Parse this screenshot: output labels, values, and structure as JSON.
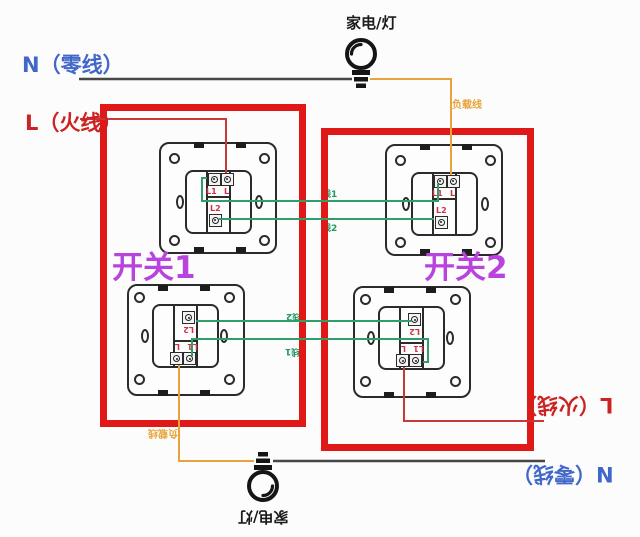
{
  "labels": {
    "neutral_top": "N（零线）",
    "live_top": "L（火线）",
    "neutral_bottom": "N（零线）",
    "live_bottom": "L（火线）",
    "switch1": "开关1",
    "switch2": "开关2",
    "lamp_top": "家电/灯",
    "lamp_bottom": "家电/灯",
    "load_top": "负载线",
    "load_bottom": "负载线",
    "control1_top": "线1",
    "control2_top": "线2",
    "control1_bottom": "线2",
    "control2_bottom": "线1"
  },
  "terminals": {
    "l1": "L1",
    "l": "L",
    "l2": "L2"
  },
  "colors": {
    "background": "#fcfcfc",
    "group_box": "#e01818",
    "live_wire": "#c83838",
    "neutral_wire": "#474747",
    "load_wire": "#e8a43c",
    "control_wire": "#2f9e68",
    "neutral_label": "#4168c8",
    "live_label": "#cc2222",
    "switch_label": "#b844dd",
    "terminal_label": "#cc3344",
    "lamp": "#151515"
  }
}
